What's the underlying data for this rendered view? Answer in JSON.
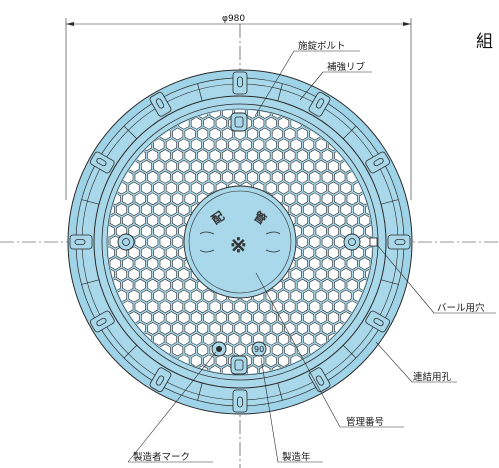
{
  "drawing": {
    "corner_text": "組",
    "dimension": {
      "symbol": "φ",
      "value": "980"
    },
    "labels": {
      "lock_bolt": "施錠ボルト",
      "reinforcement_rib": "補強リブ",
      "bar_hole": "バール用穴",
      "connecting_hole": "連結用孔",
      "management_number": "管理番号",
      "manufacture_year": "製造年",
      "manufacturer_mark": "製造者マーク"
    },
    "emblem": {
      "char_left": "配",
      "char_right": "管",
      "center_symbol": "※"
    },
    "year_mark": "90",
    "colors": {
      "cover_fill": "#a8d8ea",
      "frame_fill": "#9fd3e8",
      "line": "#2a2a2a"
    }
  }
}
